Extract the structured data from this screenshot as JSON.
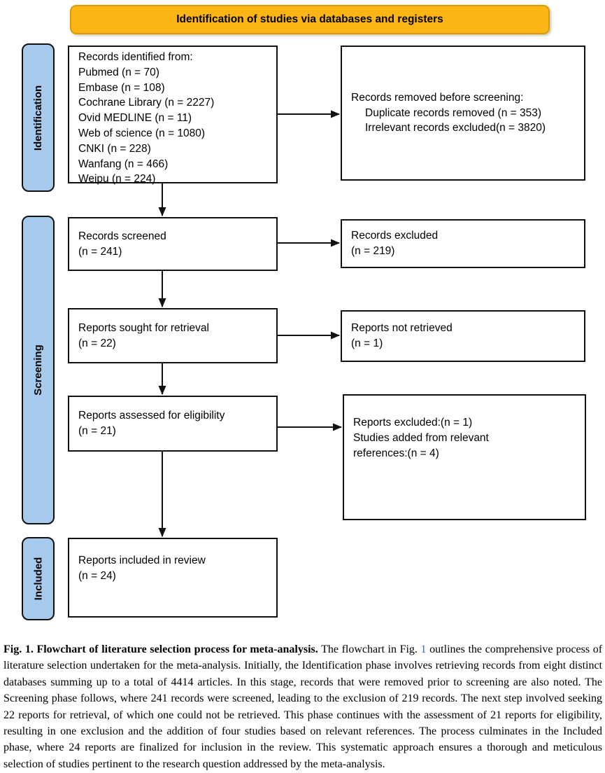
{
  "banner": {
    "title": "Identification of studies via databases and registers"
  },
  "colors": {
    "banner_fill": "#FBB615",
    "banner_border": "#D99C08",
    "stage_fill": "#A6C9EC",
    "box_border": "#111111",
    "link_blue": "#2B6CD4"
  },
  "stages": {
    "identification": "Identification",
    "screening": "Screening",
    "included": "Included"
  },
  "flow": {
    "identified": {
      "lines": [
        "Records identified from:",
        "Pubmed (n = 70)",
        "Embase (n = 108)",
        "Cochrane Library (n = 2227)",
        "Ovid MEDLINE (n = 11)",
        "Web of science (n = 1080)",
        "CNKI (n = 228)",
        "Wanfang (n = 466)",
        "Weipu (n = 224)"
      ]
    },
    "removed": {
      "lines": [
        "Records removed before screening:",
        "Duplicate records removed (n = 353)",
        "Irrelevant records excluded(n = 3820)"
      ]
    },
    "screened": {
      "lines": [
        "Records screened",
        "(n = 241)"
      ]
    },
    "excluded": {
      "lines": [
        "Records excluded",
        "(n = 219)"
      ]
    },
    "sought": {
      "lines": [
        "Reports sought for retrieval",
        "(n = 22)"
      ]
    },
    "not_retrieved": {
      "lines": [
        "Reports not retrieved",
        "(n = 1)"
      ]
    },
    "assessed": {
      "lines": [
        "Reports assessed for eligibility",
        "(n = 21)"
      ]
    },
    "excluded_refs": {
      "lines": [
        "Reports excluded:(n = 1)",
        "Studies added from relevant",
        "references:(n = 4)"
      ]
    },
    "included": {
      "lines": [
        "Reports included in review",
        "(n = 24)"
      ]
    }
  },
  "caption": {
    "heading": "Fig. 1.  Flowchart of literature selection process for meta-analysis.",
    "pre_link": "The flowchart in Fig.",
    "link": "1",
    "post_link": "outlines the comprehensive process of literature selection undertaken for the meta-analysis. Initially, the Identification phase involves retrieving records from eight distinct databases summing up to a total of 4414 articles. In this stage, records that were removed prior to screening are also noted. The Screening phase follows, where 241 records were screened, leading to the exclusion of 219 records. The next step involved seeking 22 reports for retrieval, of which one could not be retrieved. This phase continues with the assessment of 21 reports for eligibility, resulting in one exclusion and the addition of four studies based on relevant references. The process culminates in the Included phase, where 24 reports are finalized for inclusion in the review. This systematic approach ensures a thorough and meticulous selection of studies pertinent to the research question addressed by the meta-analysis."
  }
}
